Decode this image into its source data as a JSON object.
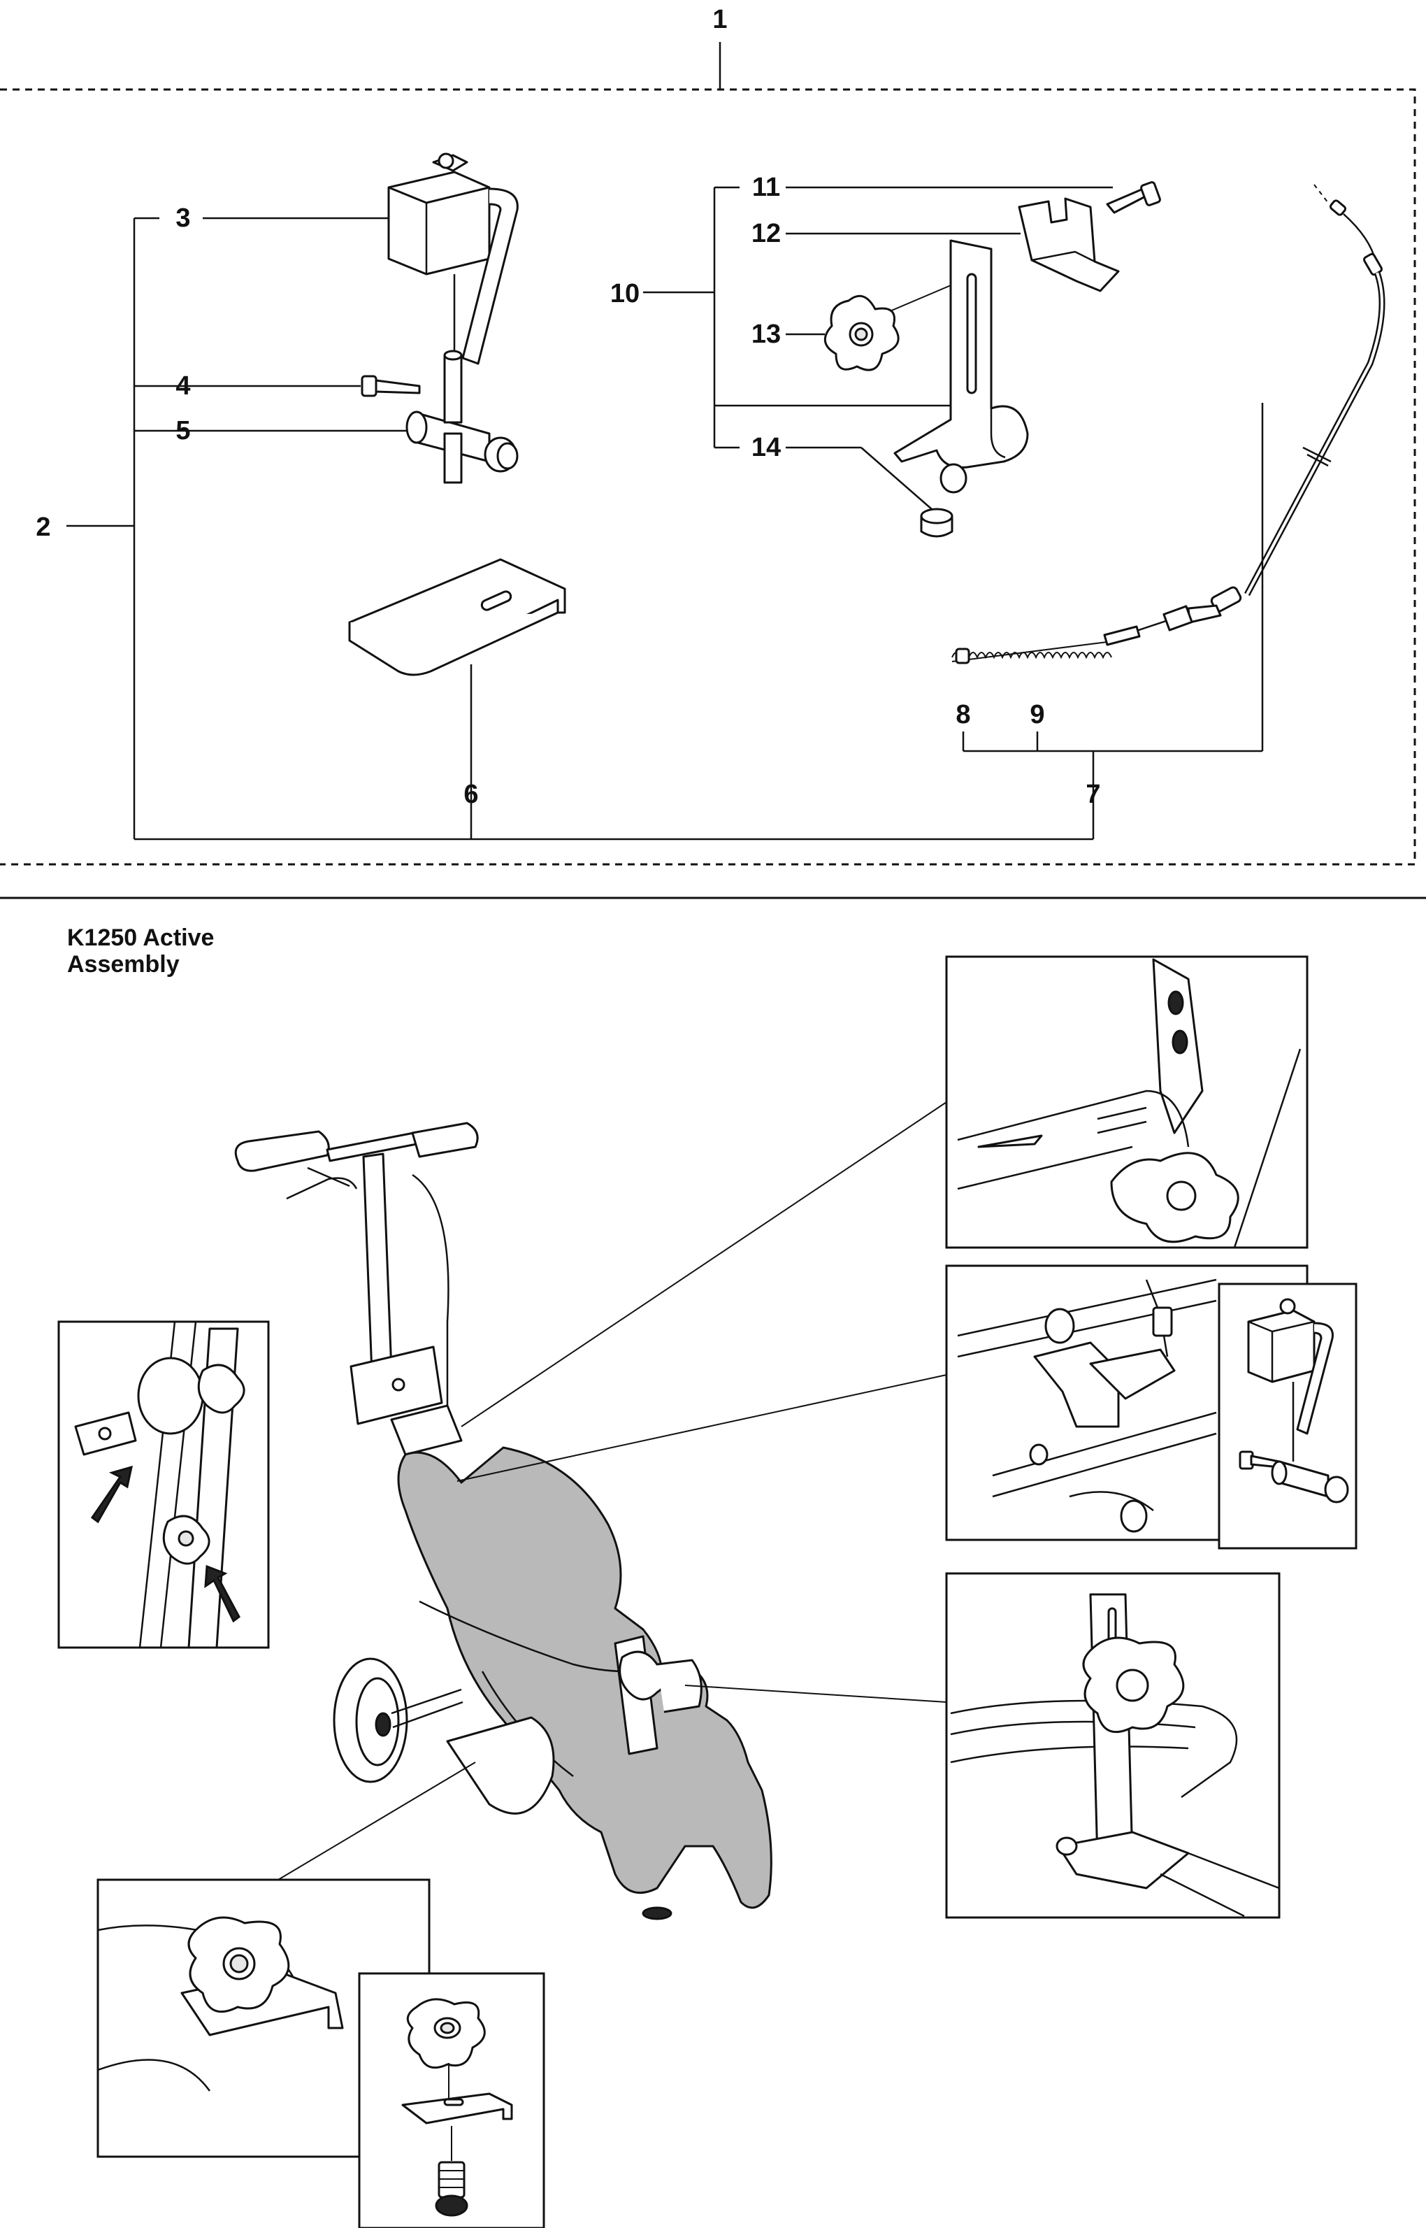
{
  "diagram": {
    "callouts": [
      {
        "id": "c1",
        "text": "1"
      },
      {
        "id": "c2",
        "text": "2"
      },
      {
        "id": "c3",
        "text": "3"
      },
      {
        "id": "c4",
        "text": "4"
      },
      {
        "id": "c5",
        "text": "5"
      },
      {
        "id": "c6",
        "text": "6"
      },
      {
        "id": "c7",
        "text": "7"
      },
      {
        "id": "c8",
        "text": "8"
      },
      {
        "id": "c9",
        "text": "9"
      },
      {
        "id": "c10",
        "text": "10"
      },
      {
        "id": "c11",
        "text": "11"
      },
      {
        "id": "c12",
        "text": "12"
      },
      {
        "id": "c13",
        "text": "13"
      },
      {
        "id": "c14",
        "text": "14"
      }
    ],
    "assembly_title": {
      "line1": "K1250 Active",
      "line2": "Assembly"
    }
  }
}
